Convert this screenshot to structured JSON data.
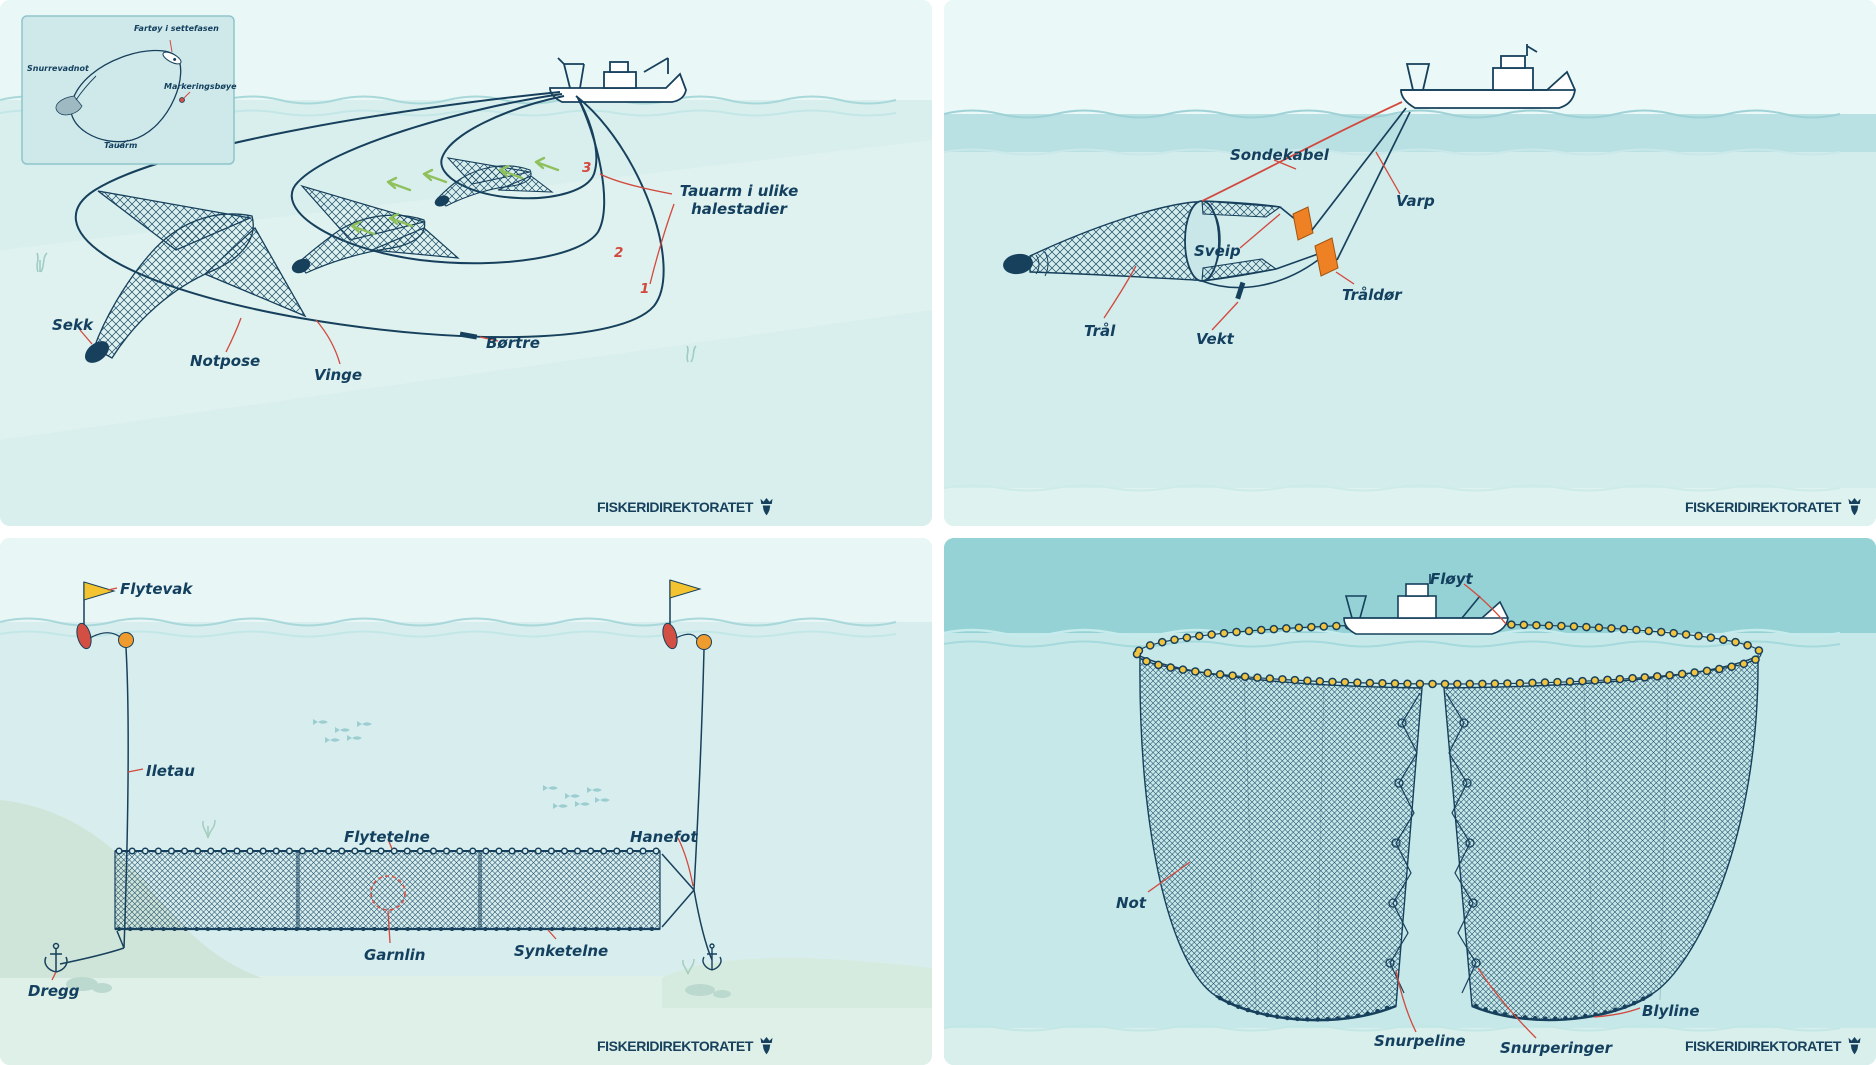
{
  "brand": {
    "logo_text": "FISKERIDIREKTORATET"
  },
  "colors": {
    "navy": "#17405c",
    "red": "#d2493e",
    "door_orange": "#ef8125",
    "buoy_red": "#d34f44",
    "buoy_orange": "#ef9b2d",
    "flag_yellow": "#f4c430",
    "float_yellow": "#f2c33f",
    "arrow_green": "#8fc05e"
  },
  "panels": {
    "snurrevad": {
      "labels": {
        "sekk": "Sekk",
        "notpose": "Notpose",
        "vinge": "Vinge",
        "bortre": "Børtre",
        "tauarm_stadier": "Tauarm i ulike\nhalestadier",
        "stage1": "1",
        "stage2": "2",
        "stage3": "3"
      },
      "inset": {
        "snurrevadnot": "Snurrevadnot",
        "fartoy": "Fartøy i settefasen",
        "markeringsboye": "Markeringsbøye",
        "tauarm": "Tauarm"
      }
    },
    "tral": {
      "labels": {
        "sondekabel": "Sondekabel",
        "varp": "Varp",
        "sveip": "Sveip",
        "traldor": "Tråldør",
        "tral": "Trål",
        "vekt": "Vekt"
      }
    },
    "garn": {
      "labels": {
        "flytevak": "Flytevak",
        "iletau": "Iletau",
        "flytetelne": "Flytetelne",
        "garnlin": "Garnlin",
        "synketelne": "Synketelne",
        "hanefot": "Hanefot",
        "dregg": "Dregg"
      }
    },
    "not": {
      "labels": {
        "floyt": "Fløyt",
        "not": "Not",
        "snurpeline": "Snurpeline",
        "snurperinger": "Snurperinger",
        "blyline": "Blyline"
      }
    }
  }
}
